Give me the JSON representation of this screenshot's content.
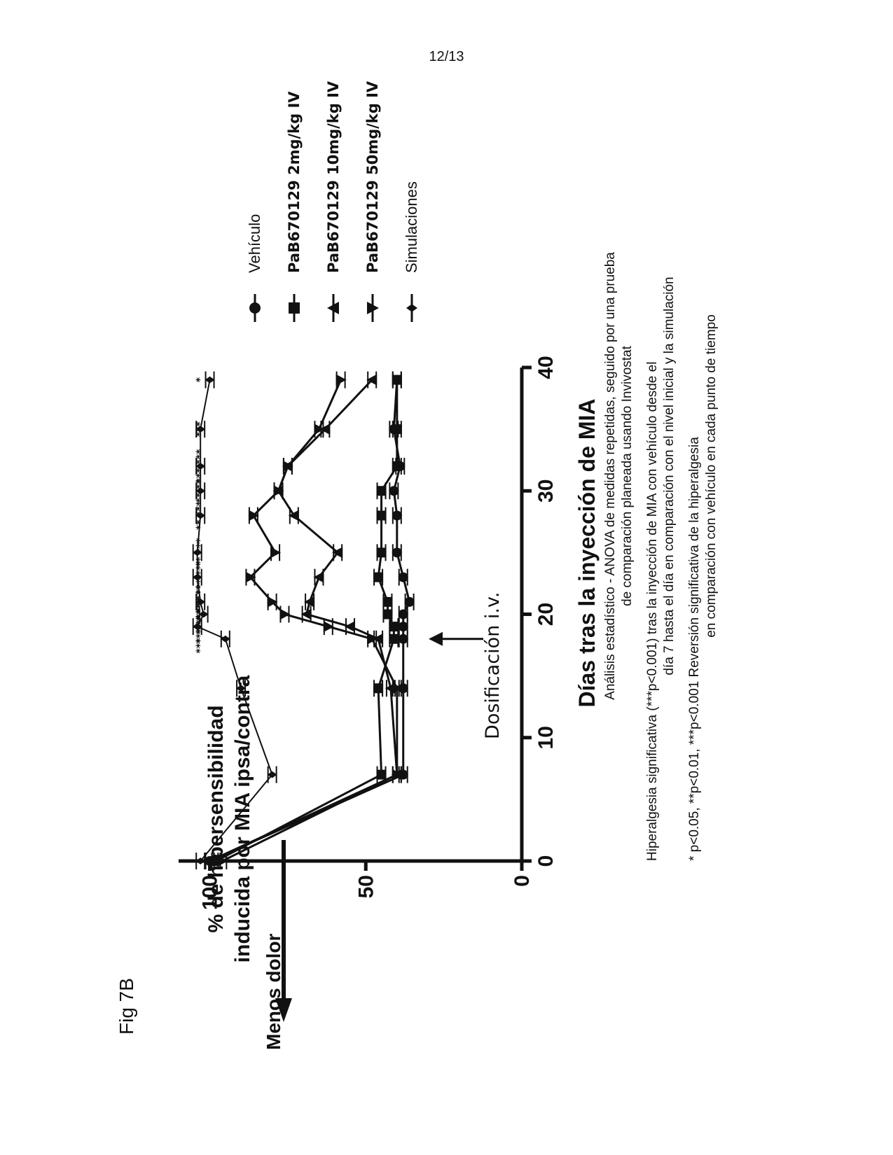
{
  "page_number": "12/13",
  "figure_label": "Fig 7B",
  "less_pain_label": "Menos dolor",
  "dosing_label": "Dosificación i.v.",
  "chart_data": {
    "type": "line",
    "xlabel": "Días tras la inyección de MIA",
    "ylabel_line1": "% de hipersensibilidad",
    "ylabel_line2": "inducida por MIA ipsa/contra",
    "xlim": [
      0,
      40
    ],
    "ylim": [
      0,
      110
    ],
    "x_ticks": [
      "0",
      "10",
      "20",
      "30",
      "40"
    ],
    "y_ticks": [
      "0",
      "50",
      "100"
    ],
    "x": [
      0,
      7,
      14,
      18,
      19,
      20,
      21,
      23,
      25,
      28,
      30,
      32,
      35,
      39
    ],
    "series": [
      {
        "name": "Vehículo",
        "marker": "circle",
        "bold": false,
        "values": [
          100,
          38,
          38,
          38,
          38,
          38,
          36,
          38,
          40,
          40,
          41,
          39,
          41,
          40
        ]
      },
      {
        "name": "PaB670129 2mg/kg IV",
        "marker": "square",
        "bold": true,
        "values": [
          98,
          45,
          46,
          41,
          41,
          43,
          43,
          46,
          45,
          45,
          45,
          40,
          40,
          40
        ]
      },
      {
        "name": "PaB670129 10mg/kg IV",
        "marker": "triangle-up",
        "bold": true,
        "values": [
          100,
          40,
          42,
          46,
          55,
          69,
          68,
          65,
          59,
          73,
          78,
          75,
          63,
          48
        ]
      },
      {
        "name": "PaB670129 50mg/kg IV",
        "marker": "triangle-down",
        "bold": true,
        "values": [
          96,
          40,
          40,
          48,
          62,
          76,
          80,
          87,
          79,
          86,
          78,
          75,
          65,
          58
        ]
      },
      {
        "name": "Simulaciones",
        "marker": "diamond",
        "bold": false,
        "values": [
          103,
          80,
          90,
          95,
          104,
          102,
          103,
          104,
          104,
          103,
          103,
          103,
          103,
          100
        ]
      }
    ],
    "significance": [
      {
        "x": 18,
        "text": "*** **"
      },
      {
        "x": 19,
        "text": "*** ***"
      },
      {
        "x": 20,
        "text": "*** ***"
      },
      {
        "x": 21,
        "text": "*** ***"
      },
      {
        "x": 23,
        "text": "*** ***"
      },
      {
        "x": 25,
        "text": "** ***"
      },
      {
        "x": 28,
        "text": "** ***"
      },
      {
        "x": 30,
        "text": "** **"
      },
      {
        "x": 32,
        "text": "*** ***"
      },
      {
        "x": 35,
        "text": "***"
      },
      {
        "x": 39,
        "text": "*"
      }
    ]
  },
  "notes": {
    "stats_line1": "Análisis estadístico - ANOVA de medidas repetidas, seguido por una prueba",
    "stats_line2": "de comparación planeada usando Invivostat",
    "hyper_line1": "Hiperalgesia significativa (***p<0.001) tras la inyección de MIA con vehículo desde el",
    "hyper_line2": "día 7 hasta el día en comparación con el nivel inicial y la simulación",
    "sig_line1": "* p<0.05, **p<0.01, ***p<0.001 Reversión significativa de la hiperalgesia",
    "sig_line2": "en comparación con vehículo en cada punto de tiempo"
  }
}
